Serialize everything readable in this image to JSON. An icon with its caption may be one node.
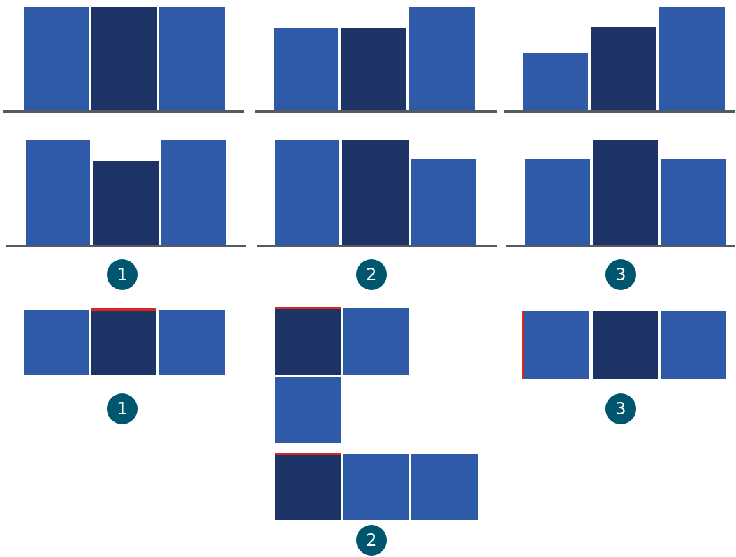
{
  "diagram": {
    "labels": [
      "1",
      "2",
      "3",
      "1",
      "3",
      "2"
    ]
  }
}
